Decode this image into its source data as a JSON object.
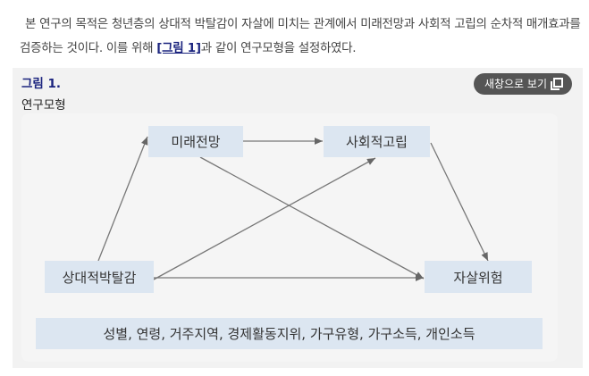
{
  "paragraph": {
    "before": "본 연구의 목적은 청년층의 상대적 박탈감이 자살에 미치는 관계에서 미래전망과 사회적 고립의 순차적 매개효과를 검증하는 것이다. 이를 위해 ",
    "link": "[그림 1]",
    "after": "과 같이 연구모형을 설정하였다."
  },
  "figure": {
    "number": "그림 1.",
    "title": "연구모형",
    "new_window_label": "새창으로 보기",
    "new_window_icon": "copy-window-icon"
  },
  "diagram": {
    "nodes": {
      "future": "미래전망",
      "isolation": "사회적고립",
      "deprivation": "상대적박탈감",
      "suicide": "자살위험",
      "controls": "성별, 연령, 거주지역, 경제활동지위, 가구유형, 가구소득, 개인소득"
    },
    "edges": [
      [
        "deprivation",
        "future"
      ],
      [
        "future",
        "isolation"
      ],
      [
        "deprivation",
        "isolation"
      ],
      [
        "future",
        "suicide"
      ],
      [
        "isolation",
        "suicide"
      ],
      [
        "deprivation",
        "suicide"
      ]
    ]
  }
}
